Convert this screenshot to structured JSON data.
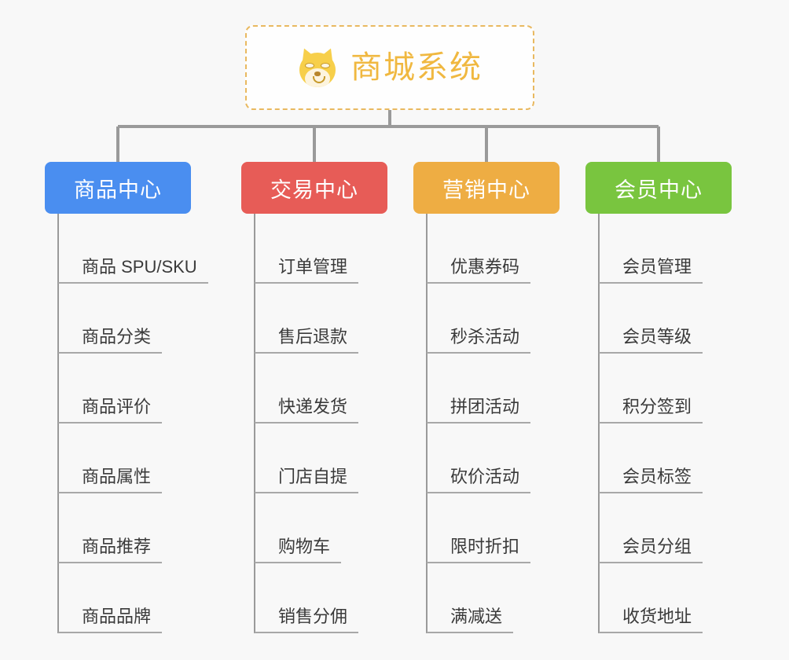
{
  "background_color": "#f8f8f8",
  "root": {
    "title": "商城系统",
    "icon": "shiba-inu-emoji",
    "text_color": "#f0b840",
    "border_color": "#e9b960"
  },
  "branches": [
    {
      "title": "商品中心",
      "color": "#4a8ef0",
      "children": [
        "商品 SPU/SKU",
        "商品分类",
        "商品评价",
        "商品属性",
        "商品推荐",
        "商品品牌"
      ]
    },
    {
      "title": "交易中心",
      "color": "#e75c57",
      "children": [
        "订单管理",
        "售后退款",
        "快递发货",
        "门店自提",
        "购物车",
        "销售分佣"
      ]
    },
    {
      "title": "营销中心",
      "color": "#eead43",
      "children": [
        "优惠券码",
        "秒杀活动",
        "拼团活动",
        "砍价活动",
        "限时折扣",
        "满减送"
      ]
    },
    {
      "title": "会员中心",
      "color": "#79c53f",
      "children": [
        "会员管理",
        "会员等级",
        "积分签到",
        "会员标签",
        "会员分组",
        "收货地址"
      ]
    }
  ],
  "connector_color": "#9a9a9a",
  "leaf_underline_color": "#a8a8a8"
}
